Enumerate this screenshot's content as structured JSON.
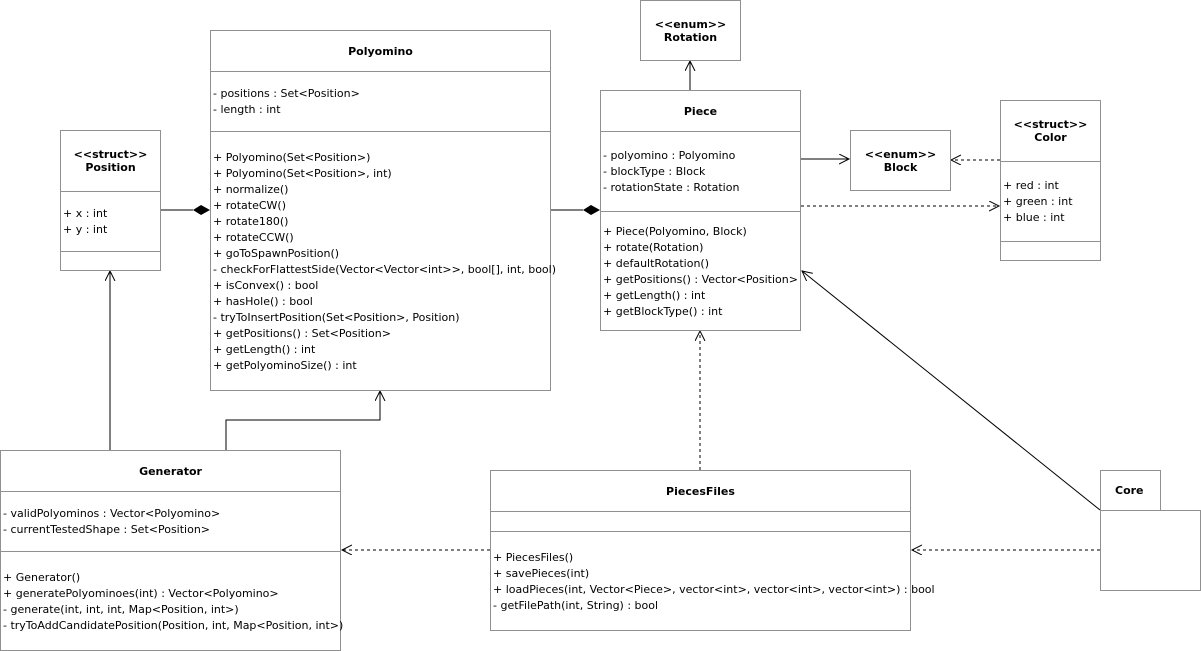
{
  "classes": {
    "polyomino": {
      "name": "Polyomino",
      "attributes": [
        "- positions : Set<Position>",
        "- length : int"
      ],
      "methods": [
        "+ Polyomino(Set<Position>)",
        "+ Polyomino(Set<Position>, int)",
        "+ normalize()",
        "+ rotateCW()",
        "+ rotate180()",
        "+ rotateCCW()",
        "+ goToSpawnPosition()",
        "- checkForFlattestSide(Vector<Vector<int>>, bool[], int, bool)",
        "+ isConvex() : bool",
        "+ hasHole() : bool",
        "- tryToInsertPosition(Set<Position>, Position)",
        "+ getPositions() : Set<Position>",
        "+ getLength() : int",
        "+ getPolyominoSize() : int"
      ]
    },
    "position": {
      "stereotype": "<<struct>>",
      "name": "Position",
      "attributes": [
        "+ x : int",
        "+ y : int"
      ],
      "methods": []
    },
    "rotation": {
      "stereotype": "<<enum>>",
      "name": "Rotation"
    },
    "piece": {
      "name": "Piece",
      "attributes": [
        "- polyomino : Polyomino",
        "- blockType : Block",
        "- rotationState : Rotation"
      ],
      "methods": [
        "+ Piece(Polyomino, Block)",
        "+ rotate(Rotation)",
        "+ defaultRotation()",
        "+ getPositions() : Vector<Position>",
        "+ getLength() : int",
        "+ getBlockType() : int"
      ]
    },
    "block": {
      "stereotype": "<<enum>>",
      "name": "Block"
    },
    "color": {
      "stereotype": "<<struct>>",
      "name": "Color",
      "attributes": [
        "+ red : int",
        "+ green : int",
        "+ blue : int"
      ],
      "methods": []
    },
    "generator": {
      "name": "Generator",
      "attributes": [
        "- validPolyominos : Vector<Polyomino>",
        "- currentTestedShape : Set<Position>"
      ],
      "methods": [
        "+ Generator()",
        "+ generatePolyominoes(int) : Vector<Polyomino>",
        "- generate(int, int, int, Map<Position, int>)",
        "- tryToAddCandidatePosition(Position, int, Map<Position, int>)"
      ]
    },
    "piecesfiles": {
      "name": "PiecesFiles",
      "attributes": [],
      "methods": [
        "+ PiecesFiles()",
        "+ savePieces(int)",
        "+ loadPieces(int, Vector<Piece>, vector<int>, vector<int>, vector<int>) : bool",
        "- getFilePath(int, String) : bool"
      ]
    }
  },
  "package": {
    "name": "Core"
  },
  "colors": {
    "border": "#909090",
    "line": "#000000"
  }
}
